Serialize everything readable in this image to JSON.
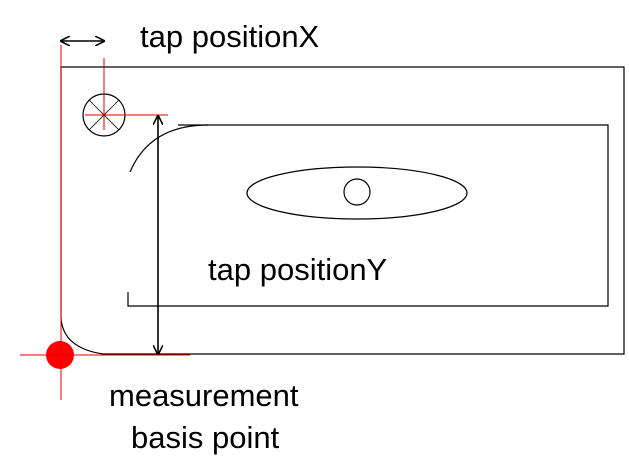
{
  "labels": {
    "tap_position_x": "tap positionX",
    "tap_position_y": "tap positionY",
    "basis_point_line1": "measurement",
    "basis_point_line2": "basis point"
  },
  "colors": {
    "outline": "#000000",
    "guide_line": "#e00000",
    "basis_point": "#ff0000",
    "dim_arrow": "#000000",
    "background": "#ffffff"
  },
  "icons": {
    "tap_hole": "crossed-circle",
    "basis_point": "filled-dot",
    "dimension": "double-arrow"
  }
}
